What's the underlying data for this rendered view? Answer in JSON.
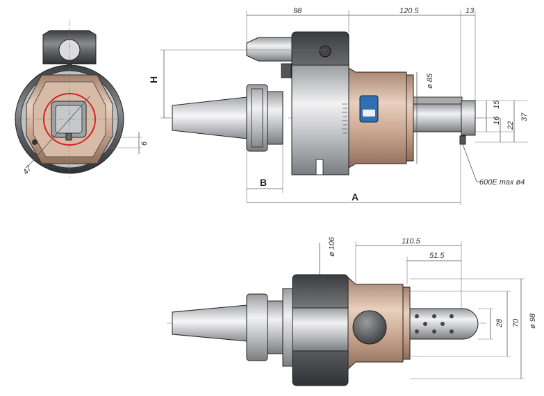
{
  "dimensions": {
    "top_98": "98",
    "top_120_5": "120.5",
    "top_13": "13",
    "dia_85": "ø 85",
    "h15": "15",
    "h16": "16",
    "h22": "22",
    "h37": "37",
    "label_H": "H",
    "label_B": "B",
    "label_A": "A",
    "note_600E": "600E max ø4",
    "side_47": "47",
    "side_6": "6",
    "bot_dia106": "ø 106",
    "bot_110_5": "110.5",
    "bot_51_5": "51.5",
    "bot_28": "28",
    "bot_70": "70",
    "bot_dia98": "ø 98"
  },
  "colors": {
    "dark_steel": "#4a4c4f",
    "mid_steel": "#6d7074",
    "light_steel": "#d6d7d9",
    "bronze": "#c9a58e",
    "bronze_dark": "#9c7763",
    "red_marker": "#d0232a",
    "badge_blue": "#2f6fb3"
  }
}
